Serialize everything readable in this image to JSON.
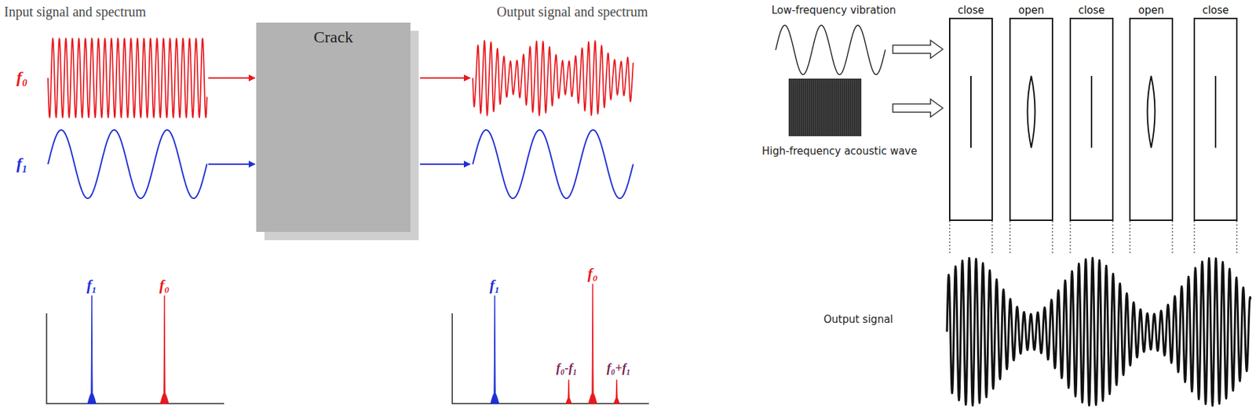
{
  "diagram": {
    "nodes": [
      {
        "text": [
          "Crack"
        ]
      },
      {
        "text": [
          "close"
        ]
      },
      {
        "text": [
          "open"
        ]
      },
      {
        "text": [
          "close"
        ]
      },
      {
        "text": [
          "open"
        ]
      },
      {
        "text": [
          "close"
        ]
      }
    ],
    "labels": [
      "Input signal and spectrum",
      "Output signal and spectrum",
      "f₀",
      "f₁",
      "f₁",
      "f₀",
      "f₁",
      "f₀",
      "f₀-f₁",
      "f₀+f₁",
      "Low-frequency vibration",
      "High-frequency acoustic wave",
      "Output signal"
    ]
  }
}
